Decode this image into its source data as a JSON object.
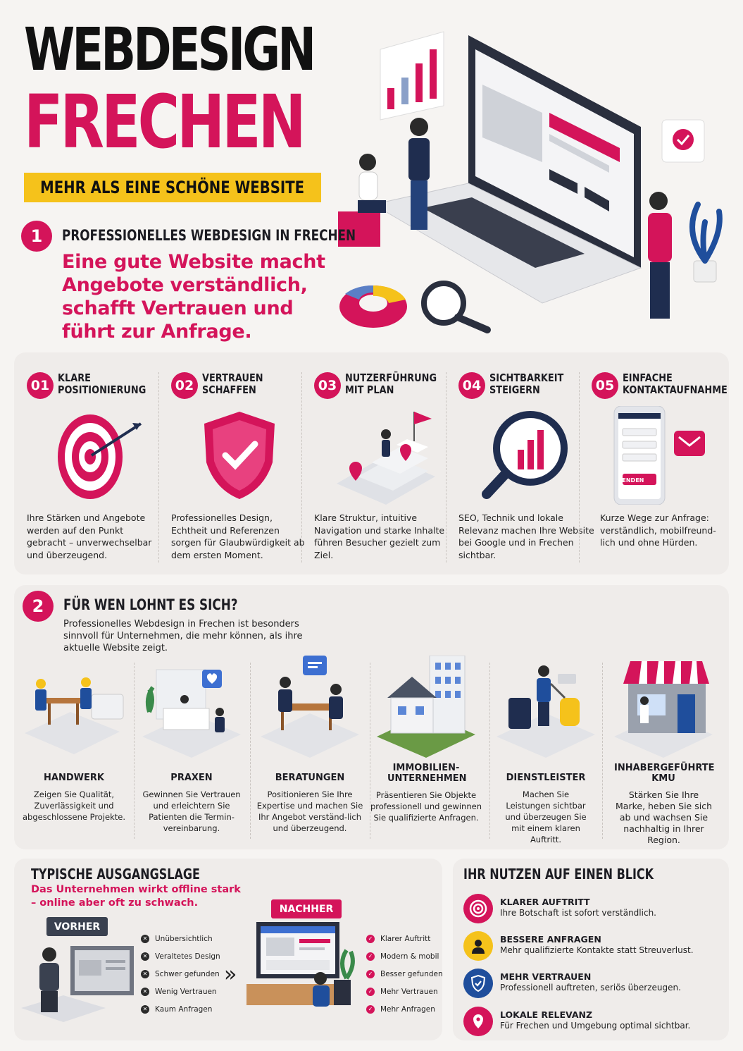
{
  "colors": {
    "accent": "#d4145a",
    "yellow": "#f5c21b",
    "navy": "#1f2d4f",
    "bg": "#f6f4f2"
  },
  "header": {
    "title_line1": "WEBDESIGN",
    "title_line2": "FRECHEN",
    "subtitle": "MEHR ALS EINE SCHÖNE WEBSITE"
  },
  "section1": {
    "number": "1",
    "heading": "PROFESSIONELLES WEBDESIGN IN FRECHEN",
    "lead": "Eine gute Website macht Angebote verständlich, schafft Vertrauen und führt zur Anfrage.",
    "features": [
      {
        "num": "01",
        "title_l1": "KLARE",
        "title_l2": "POSITIONIERUNG",
        "icon": "target-icon",
        "desc": "Ihre Stärken und Angebote werden auf den Punkt gebracht – unverwechselbar und überzeugend."
      },
      {
        "num": "02",
        "title_l1": "VERTRAUEN",
        "title_l2": "SCHAFFEN",
        "icon": "shield-check-icon",
        "desc": "Professionelles Design, Echtheit und Referenzen sorgen für Glaubwürdigkeit ab dem ersten Moment."
      },
      {
        "num": "03",
        "title_l1": "NUTZERFÜHRUNG",
        "title_l2": "MIT PLAN",
        "icon": "stairs-flag-icon",
        "desc": "Klare Struktur, intuitive Navigation und starke Inhalte führen Besucher gezielt zum Ziel."
      },
      {
        "num": "04",
        "title_l1": "SICHTBARKEIT",
        "title_l2": "STEIGERN",
        "icon": "magnifier-chart-icon",
        "desc": "SEO, Technik und lokale Relevanz machen Ihre Website bei Google und in Frechen sichtbar."
      },
      {
        "num": "05",
        "title_l1": "EINFACHE",
        "title_l2": "KONTAKTAUFNAHME",
        "icon": "phone-form-icon",
        "desc": "Kurze Wege zur Anfrage: verständlich, mobilfreund-lich und ohne Hürden.",
        "phone_button": "SENDEN"
      }
    ]
  },
  "section2": {
    "number": "2",
    "heading": "FÜR WEN LOHNT ES SICH?",
    "intro": "Professionelles Webdesign in Frechen ist besonders sinnvoll für Unternehmen, die mehr können, als ihre aktuelle Website zeigt.",
    "audiences": [
      {
        "title": "HANDWERK",
        "icon": "craftsmen-icon",
        "desc": "Zeigen Sie Qualität, Zuverlässigkeit und abgeschlossene Projekte."
      },
      {
        "title": "PRAXEN",
        "icon": "medical-practice-icon",
        "desc": "Gewinnen Sie Vertrauen und erleichtern Sie Patienten die Termin-vereinbarung."
      },
      {
        "title": "BERATUNGEN",
        "icon": "consulting-icon",
        "desc": "Positionieren Sie Ihre Expertise und machen Sie Ihr Angebot verständ-lich und überzeugend."
      },
      {
        "title": "IMMOBILIEN-UNTERNEHMEN",
        "icon": "real-estate-icon",
        "desc": "Präsentieren Sie Objekte professionell und gewinnen Sie qualifizierte Anfragen."
      },
      {
        "title": "DIENSTLEISTER",
        "icon": "service-provider-icon",
        "desc": "Machen Sie Leistungen sichtbar und überzeugen Sie mit einem klaren Auftritt."
      },
      {
        "title": "INHABERGEFÜHRTE KMU",
        "icon": "storefront-icon",
        "desc": "Stärken Sie Ihre Marke, heben Sie sich ab und wachsen Sie nachhaltig in Ihrer Region."
      }
    ]
  },
  "situation": {
    "heading": "TYPISCHE AUSGANGSLAGE",
    "sub": "Das Unternehmen wirkt offline stark – online aber oft zu schwach.",
    "before_label": "VORHER",
    "after_label": "NACHHER",
    "before_items": [
      "Unübersichtlich",
      "Veraltetes Design",
      "Schwer gefunden",
      "Wenig Vertrauen",
      "Kaum Anfragen"
    ],
    "after_items": [
      "Klarer Auftritt",
      "Modern & mobil",
      "Besser gefunden",
      "Mehr Vertrauen",
      "Mehr Anfragen"
    ],
    "arrow": "»"
  },
  "benefits": {
    "heading": "IHR NUTZEN AUF EINEN BLICK",
    "items": [
      {
        "title": "KLARER AUFTRITT",
        "desc": "Ihre Botschaft ist sofort verständlich.",
        "icon": "target-icon",
        "color": "#d4145a"
      },
      {
        "title": "BESSERE ANFRAGEN",
        "desc": "Mehr qualifizierte Kontakte statt Streuverlust.",
        "icon": "person-icon",
        "color": "#f5c21b"
      },
      {
        "title": "MEHR VERTRAUEN",
        "desc": "Professionell auftreten, seriös überzeugen.",
        "icon": "shield-check-icon",
        "color": "#1f4e9c"
      },
      {
        "title": "LOKALE RELEVANZ",
        "desc": "Für Frechen und Umgebung optimal sichtbar.",
        "icon": "location-pin-icon",
        "color": "#d4145a"
      }
    ]
  }
}
